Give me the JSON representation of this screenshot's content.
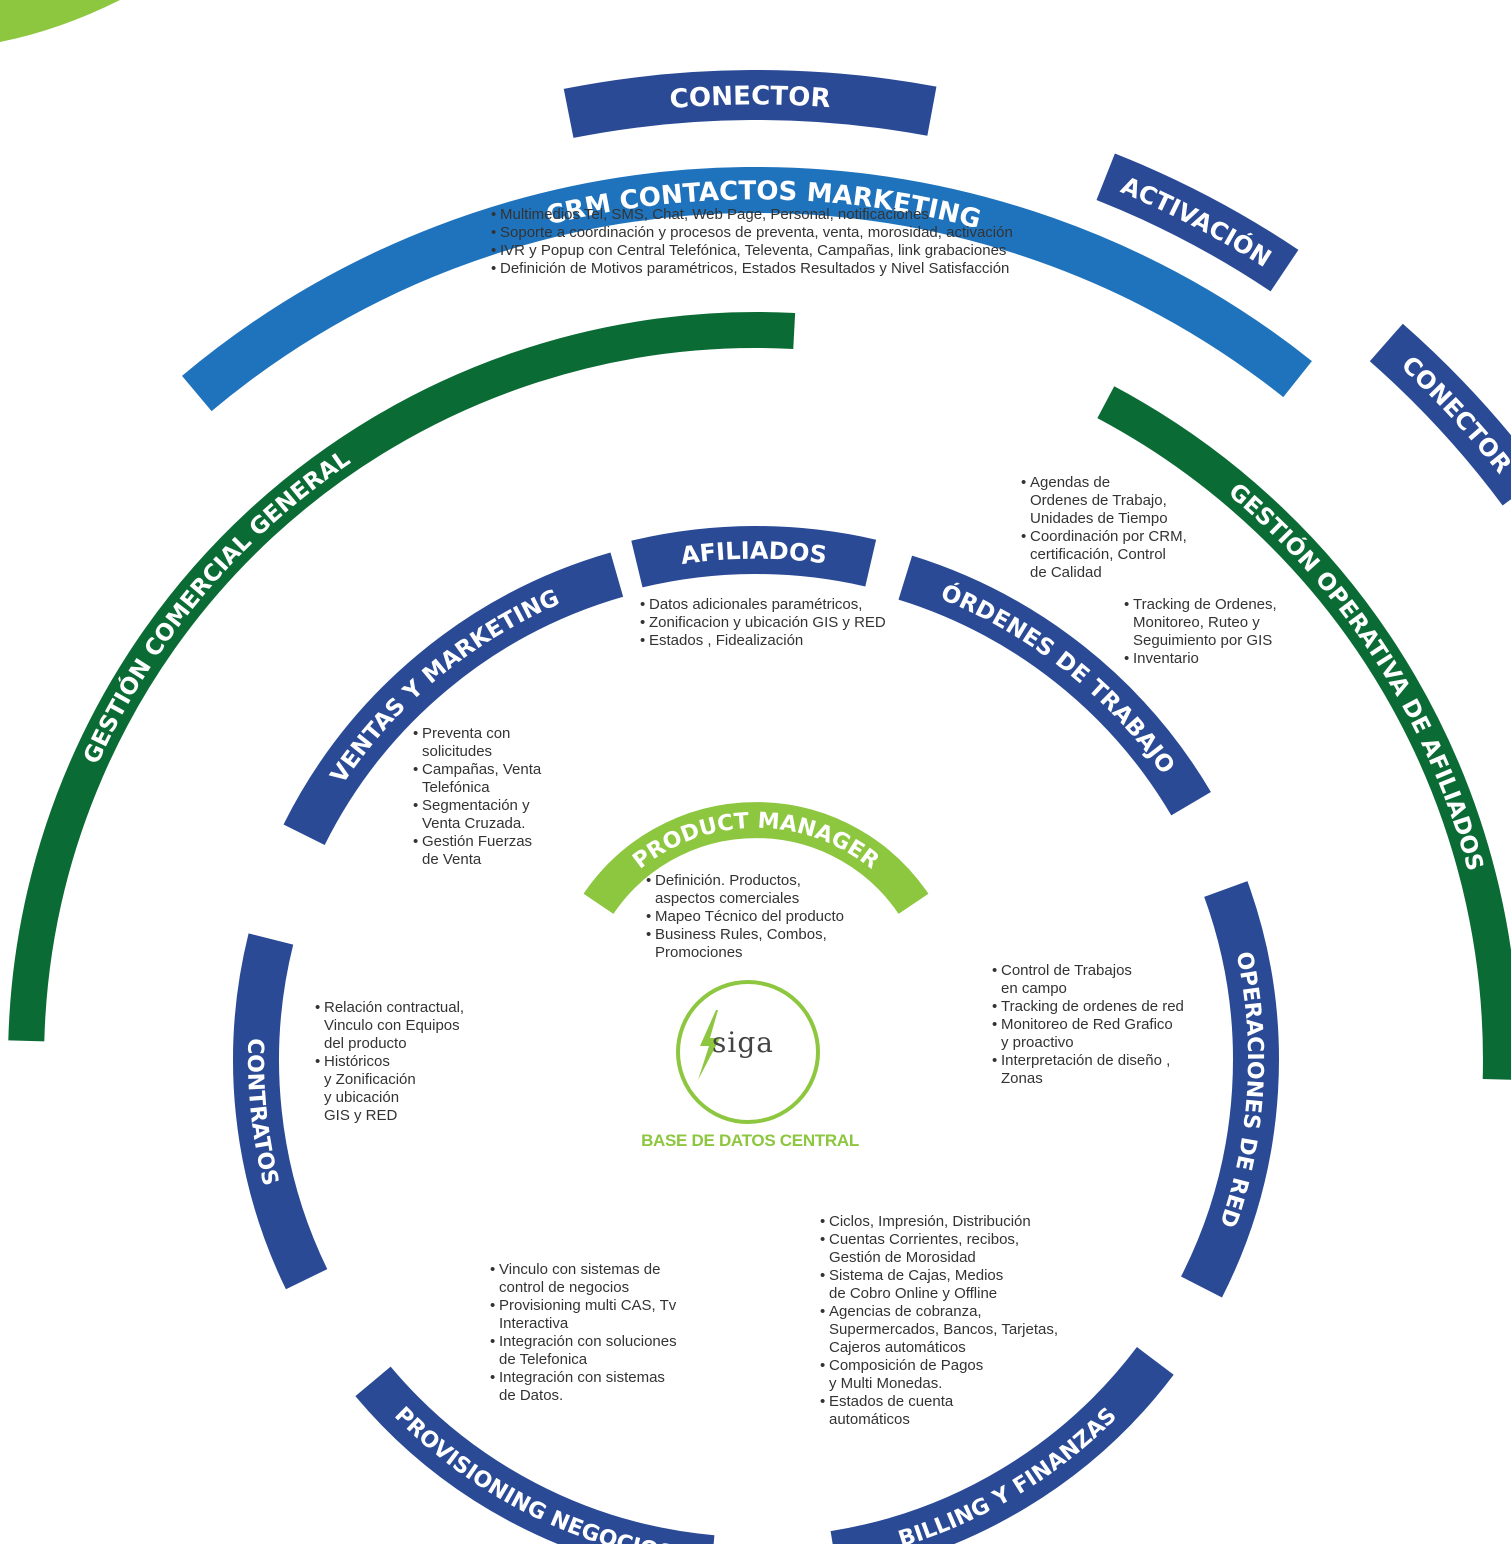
{
  "colors": {
    "navy": "#2a4a96",
    "blue": "#1f73bd",
    "green": "#0b6b34",
    "lime": "#8dc63f",
    "text": "#333333"
  },
  "labels": {
    "conector_top": "CONECTOR",
    "crm": "CRM CONTACTOS MARKETING",
    "activacion": "ACTIVACIÓN",
    "conector_right": "CONECTOR",
    "gestion_comercial": "GESTIÓN COMERCIAL GENERAL",
    "gestion_operativa": "GESTIÓN OPERATIVA DE AFILIADOS",
    "afiliados": "AFILIADOS",
    "ventas": "VENTAS Y MARKETING",
    "ordenes": "ÓRDENES DE TRABAJO",
    "contratos": "CONTRATOS",
    "operaciones": "OPERACIONES DE RED",
    "provisioning": "PROVISIONING NEGOCIOS",
    "billing": "BILLING Y FINANZAS",
    "product_manager": "PRODUCT MANAGER"
  },
  "center": {
    "logo_text": "siga",
    "caption": "BASE DE DATOS CENTRAL",
    "logo_icon": "lightning-bolt-icon"
  },
  "bullets": {
    "crm": [
      "Multimedios Tel, SMS, Chat, Web Page, Personal, notificaciones",
      "Soporte a coordinación y procesos de preventa, venta, morosidad, activación",
      "IVR y Popup con Central Telefónica, Televenta, Campañas, link grabaciones",
      "Definición de Motivos paramétricos, Estados Resultados y Nivel Satisfacción"
    ],
    "gestion_operativa_a": [
      "Agendas de\nOrdenes de Trabajo,\nUnidades de Tiempo",
      "Coordinación por CRM,\ncertificación, Control\nde Calidad"
    ],
    "gestion_operativa_b": [
      "Tracking de Ordenes,\nMonitoreo,  Ruteo y\nSeguimiento por GIS",
      "Inventario"
    ],
    "afiliados": [
      "Datos adicionales paramétricos,",
      "Zonificacion y ubicación  GIS y RED",
      "Estados , Fidealización"
    ],
    "ventas": [
      "Preventa con\nsolicitudes",
      "Campañas, Venta\nTelefónica",
      "Segmentación y\nVenta Cruzada.",
      "Gestión Fuerzas\nde Venta"
    ],
    "product_manager": [
      "Definición. Productos,\naspectos  comerciales",
      "Mapeo Técnico del producto",
      "Business Rules, Combos,\nPromociones"
    ],
    "contratos": [
      "Relación contractual,\nVinculo con Equipos\ndel producto",
      "Históricos\ny Zonificación\ny ubicación\nGIS y RED"
    ],
    "operaciones": [
      "Control de Trabajos\nen campo",
      "Tracking de ordenes de red",
      "Monitoreo de Red Grafico\ny proactivo",
      "Interpretación de diseño ,\nZonas"
    ],
    "billing": [
      "Ciclos, Impresión, Distribución",
      "Cuentas Corrientes, recibos,\nGestión de Morosidad",
      "Sistema de Cajas, Medios\nde Cobro Online y Offline",
      "Agencias de cobranza,\nSupermercados, Bancos, Tarjetas,\nCajeros automáticos",
      "Composición de Pagos\ny Multi Monedas.",
      "Estados de cuenta\nautomáticos"
    ],
    "provisioning": [
      "Vinculo con sistemas de\ncontrol de negocios",
      "Provisioning multi CAS, Tv\nInteractiva",
      "Integración con soluciones\nde Telefonica",
      "Integración con sistemas\nde Datos."
    ]
  }
}
